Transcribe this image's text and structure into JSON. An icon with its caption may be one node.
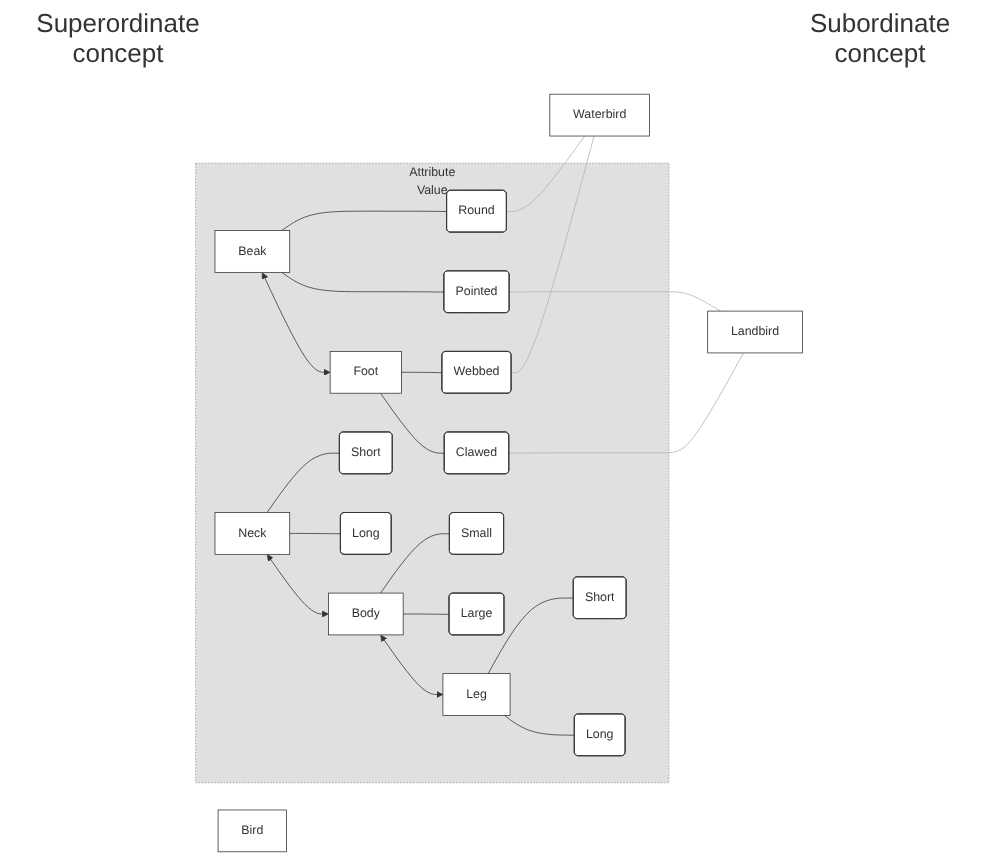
{
  "diagram": {
    "nodes": [
      {
        "text": [
          "Bird"
        ]
      },
      {
        "text": [
          "Attribute",
          "Value"
        ]
      },
      {
        "text": [
          "Beak"
        ],
        "in": 1
      },
      {
        "text": [
          "Round"
        ],
        "in": 1
      },
      {
        "text": [
          "Pointed"
        ],
        "in": 1
      },
      {
        "text": [
          "Neck"
        ],
        "in": 1
      },
      {
        "text": [
          "Short"
        ],
        "in": 1
      },
      {
        "text": [
          "Long"
        ],
        "in": 1
      },
      {
        "text": [
          "Body"
        ],
        "in": 1
      },
      {
        "text": [
          "Small"
        ],
        "in": 1
      },
      {
        "text": [
          "Large"
        ],
        "in": 1
      },
      {
        "text": [
          "Leg"
        ],
        "in": 1
      },
      {
        "text": [
          "Short"
        ],
        "in": 1
      },
      {
        "text": [
          "Long"
        ],
        "in": 1
      },
      {
        "text": [
          "Foot"
        ],
        "in": 1
      },
      {
        "text": [
          "Webbed"
        ],
        "in": 1
      },
      {
        "text": [
          "Clawed"
        ],
        "in": 1
      },
      {
        "text": [
          "Waterbird"
        ]
      },
      {
        "text": [
          "Landbird"
        ]
      }
    ],
    "edges": [
      {
        "from": 2,
        "to": 3,
        "arrow": "none"
      },
      {
        "from": 2,
        "to": 4,
        "arrow": "none"
      },
      {
        "from": 5,
        "to": 6,
        "arrow": "none"
      },
      {
        "from": 5,
        "to": 7,
        "arrow": "none"
      },
      {
        "from": 8,
        "to": 9,
        "arrow": "none"
      },
      {
        "from": 8,
        "to": 10,
        "arrow": "none"
      },
      {
        "from": 11,
        "to": 12,
        "arrow": "none"
      },
      {
        "from": 11,
        "to": 13,
        "arrow": "none"
      },
      {
        "from": 14,
        "to": 15,
        "arrow": "none"
      },
      {
        "from": 14,
        "to": 16,
        "arrow": "none"
      },
      {
        "from": 14,
        "to": 2,
        "arrow": "both"
      },
      {
        "from": 5,
        "to": 8,
        "arrow": "both"
      },
      {
        "from": 8,
        "to": 11,
        "arrow": "both"
      },
      {
        "from": 3,
        "to": 17,
        "arrow": "none",
        "color": "#b0b0b0"
      },
      {
        "from": 4,
        "to": 18,
        "arrow": "none",
        "color": "#b0b0b0"
      },
      {
        "from": 15,
        "to": 17,
        "arrow": "none",
        "color": "#b0b0b0"
      },
      {
        "from": 16,
        "to": 18,
        "arrow": "none",
        "color": "#b0b0b0"
      }
    ],
    "labels": [
      "Superordinate concept",
      "Subordinate concept"
    ]
  }
}
